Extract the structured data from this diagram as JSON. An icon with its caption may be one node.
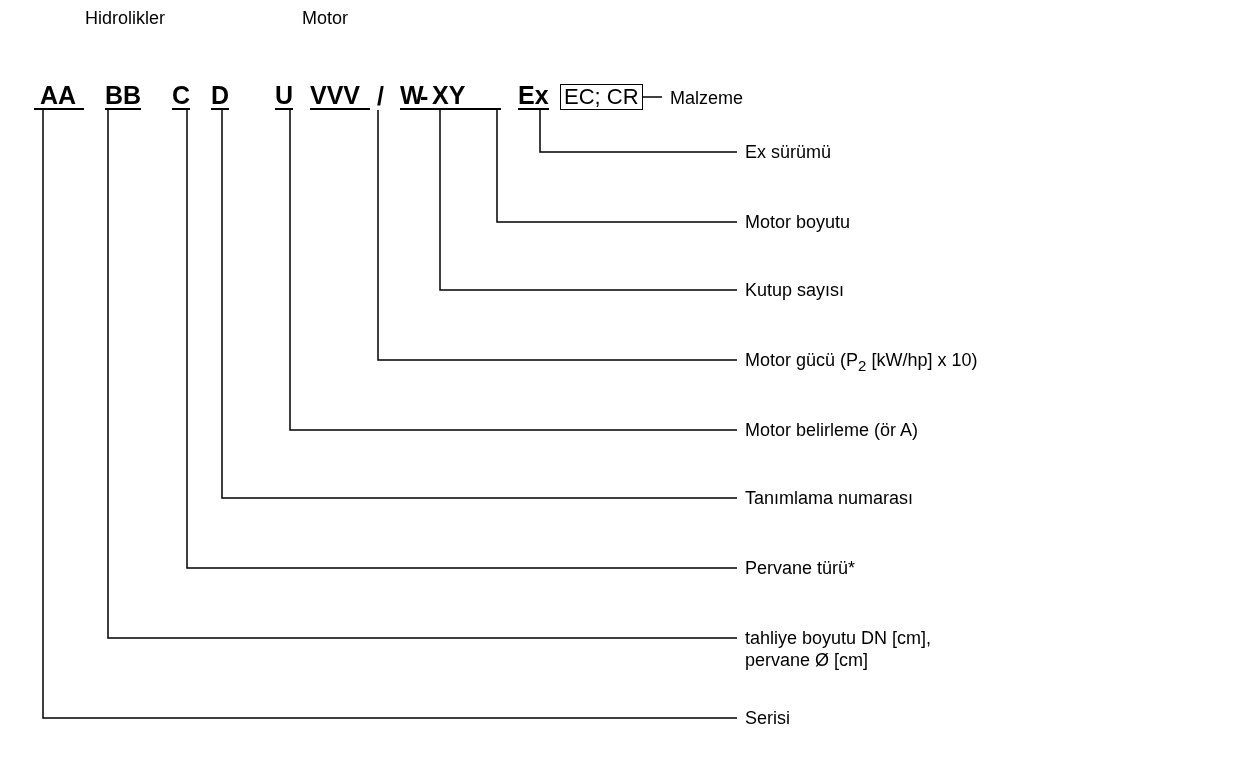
{
  "diagram": {
    "nodes": [
      {
        "text": [
          "AA"
        ]
      },
      {
        "text": [
          "BB"
        ]
      },
      {
        "text": [
          "C"
        ]
      },
      {
        "text": [
          "D"
        ]
      },
      {
        "text": [
          "U"
        ]
      },
      {
        "text": [
          "VVV"
        ]
      },
      {
        "text": [
          "W"
        ]
      },
      {
        "text": [
          "XY"
        ]
      },
      {
        "text": [
          "Ex"
        ]
      },
      {
        "text": [
          "EC; CR"
        ]
      },
      {
        "text": [
          "Malzeme"
        ]
      },
      {
        "text": [
          "Ex sürümü"
        ]
      },
      {
        "text": [
          "Motor boyutu"
        ]
      },
      {
        "text": [
          "Kutup sayısı"
        ]
      },
      {
        "text": [
          "Motor gücü (P$_{2}$ [kW/hp] x 10)"
        ]
      },
      {
        "text": [
          "Motor belirleme (ör A)"
        ]
      },
      {
        "text": [
          "Tanımlama numarası"
        ]
      },
      {
        "text": [
          "Pervane türü*"
        ]
      },
      {
        "text": [
          "tahliye boyutu DN [cm], pervane Ø [cm]"
        ]
      },
      {
        "text": [
          "Serisi"
        ]
      }
    ],
    "edges": [
      {
        "from": 9,
        "to": 10,
        "arrow": "none"
      },
      {
        "from": 8,
        "to": 11,
        "arrow": "none"
      },
      {
        "from": 7,
        "to": 12,
        "arrow": "none"
      },
      {
        "from": 6,
        "to": 13,
        "arrow": "none"
      },
      {
        "from": 5,
        "to": 14,
        "arrow": "none"
      },
      {
        "from": 4,
        "to": 15,
        "arrow": "none"
      },
      {
        "from": 3,
        "to": 16,
        "arrow": "none"
      },
      {
        "from": 2,
        "to": 17,
        "arrow": "none"
      },
      {
        "from": 1,
        "to": 18,
        "arrow": "none"
      },
      {
        "from": 0,
        "to": 19,
        "arrow": "none"
      }
    ],
    "labels": [
      "Hidrolikler",
      "Motor",
      "/",
      "-"
    ]
  }
}
